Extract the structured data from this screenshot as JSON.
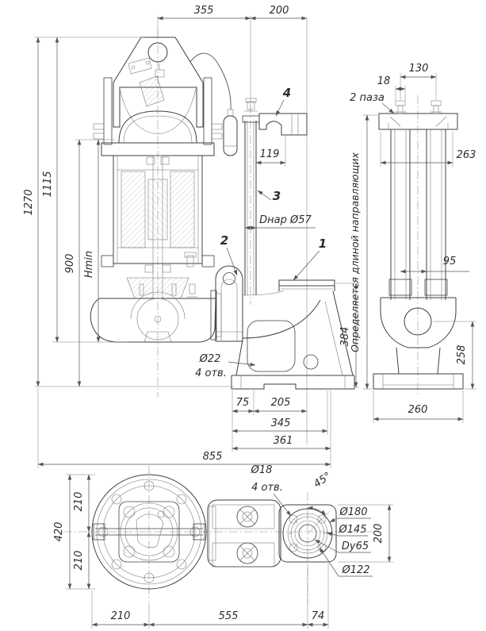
{
  "colors": {
    "ink": "#3f3f3f",
    "dim": "#555555",
    "background": "#ffffff"
  },
  "views": {
    "main": {
      "dims": {
        "top_width_left": "355",
        "top_width_right": "200",
        "height_total": "1270",
        "height_pump": "1115",
        "height_900": "900",
        "hmin": "Hmin",
        "tube_offset": "119",
        "pipe_od": "Dнар Ø57",
        "holes_dia": "Ø22",
        "holes_count": "4 отв.",
        "base_75": "75",
        "base_205": "205",
        "base_345": "345",
        "base_361": "361",
        "total_length": "855",
        "pedestal_height": "384"
      },
      "callouts": {
        "c1": "1",
        "c2": "2",
        "c3": "3",
        "c4": "4"
      }
    },
    "side": {
      "dims": {
        "rail_span": "130",
        "slot_width": "18",
        "slot_note": "2 паза",
        "bracket_width": "263",
        "rail_gap": "95",
        "base_height": "258",
        "base_width": "260"
      },
      "note": "Определяется длиной направляющих"
    },
    "bottom": {
      "dims": {
        "width_total": "420",
        "width_half_top": "210",
        "width_half_bottom": "210",
        "len_left": "210",
        "len_mid": "555",
        "len_right": "74",
        "flange_height": "200"
      },
      "labels": {
        "bolt_dia": "Ø18",
        "bolt_count": "4 отв.",
        "bolt_angle": "45°",
        "flange_od": "Ø180",
        "bolt_circle": "Ø145",
        "bore": "Dу65",
        "spigot": "Ø122"
      }
    }
  }
}
